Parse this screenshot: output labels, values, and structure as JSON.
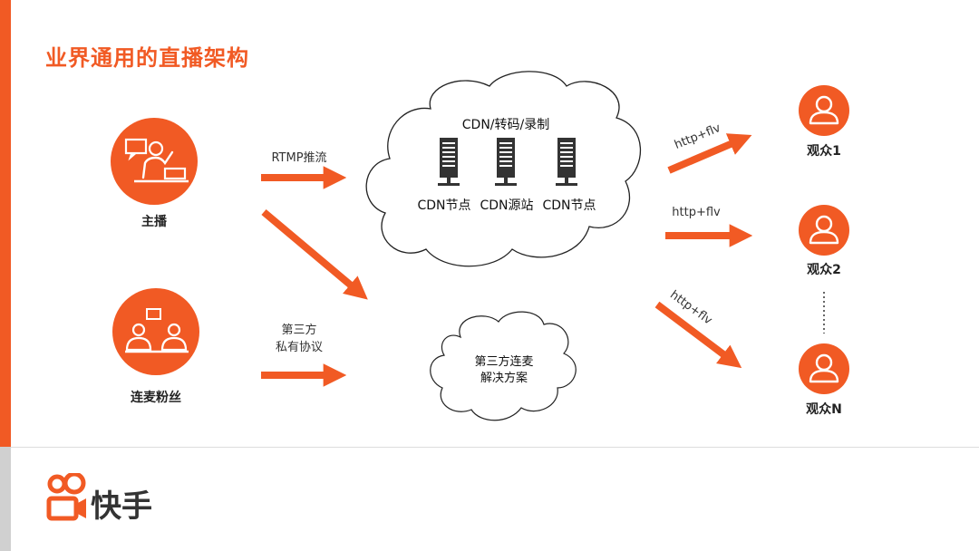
{
  "title": "业界通用的直播架构",
  "nodes": {
    "host": "主播",
    "fans": "连麦粉丝",
    "viewer1": "观众1",
    "viewer2": "观众2",
    "viewerN": "观众N"
  },
  "edges": {
    "rtmp": "RTMP推流",
    "third_party_line1": "第三方",
    "third_party_line2": "私有协议",
    "http1": "http+flv",
    "http2": "http+flv",
    "http3": "http+flv"
  },
  "cdn_cloud": {
    "title": "CDN/转码/录制",
    "servers": [
      "CDN节点",
      "CDN源站",
      "CDN节点"
    ]
  },
  "mic_cloud": {
    "line1": "第三方连麦",
    "line2": "解决方案"
  },
  "logo": {
    "text": "快手"
  },
  "colors": {
    "accent": "#f15a24",
    "server": "#333333",
    "footer_bar": "#d0d0d0"
  },
  "icons": {
    "host": "presenter-icon",
    "fans": "chatting-users-icon",
    "viewer": "user-icon",
    "server": "server-icon",
    "logo": "kuaishou-logo-icon"
  }
}
